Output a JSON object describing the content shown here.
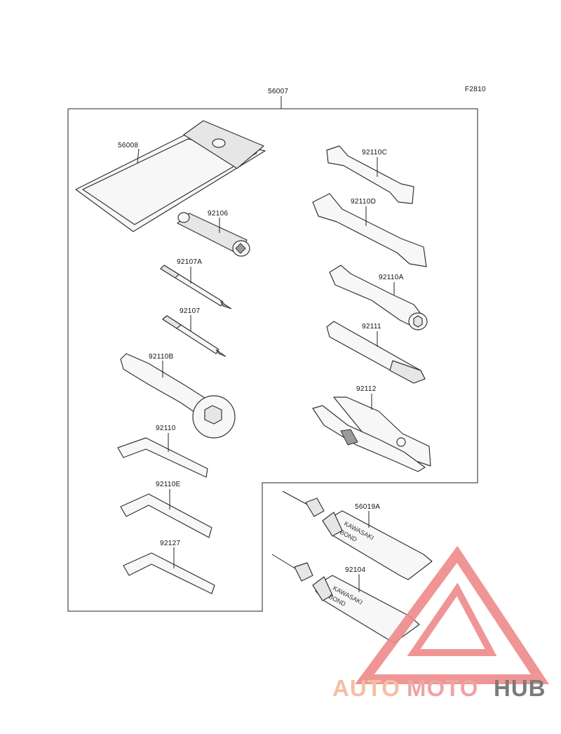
{
  "figure_code": "F2810",
  "parts": {
    "kit": "56007",
    "case": "56008",
    "handle": "92106",
    "driver_a": "92107A",
    "driver": "92107",
    "ring_wrench": "92110B",
    "hex_key": "92110",
    "hex_key_e": "92110E",
    "hex_key_127": "92127",
    "wrench_c": "92110C",
    "wrench_d": "92110D",
    "plug_wrench": "92110A",
    "bar": "92111",
    "pliers": "92112",
    "bond_a": "56019A",
    "bond": "92104"
  },
  "tube_text": {
    "brand": "KAWASAKI",
    "product": "BOND"
  },
  "watermark": {
    "word_auto": "AUTO",
    "word_moto": "MOTO",
    "word_hub": "HUB",
    "colors": {
      "auto": "#f5b89a",
      "moto": "#ef9a9a",
      "hub": "#6d6d6d",
      "triangle": "#ef8a8a"
    }
  }
}
